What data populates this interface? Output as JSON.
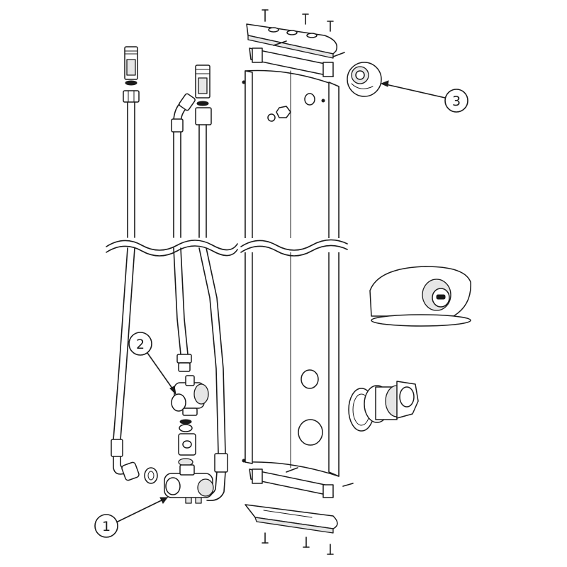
{
  "callouts": [
    {
      "id": "callout-1",
      "label": "1"
    },
    {
      "id": "callout-2",
      "label": "2"
    },
    {
      "id": "callout-3",
      "label": "3"
    }
  ],
  "colors": {
    "line": "#1a1a1a",
    "fill": "#ffffff",
    "shade": "#e6e6e6"
  }
}
